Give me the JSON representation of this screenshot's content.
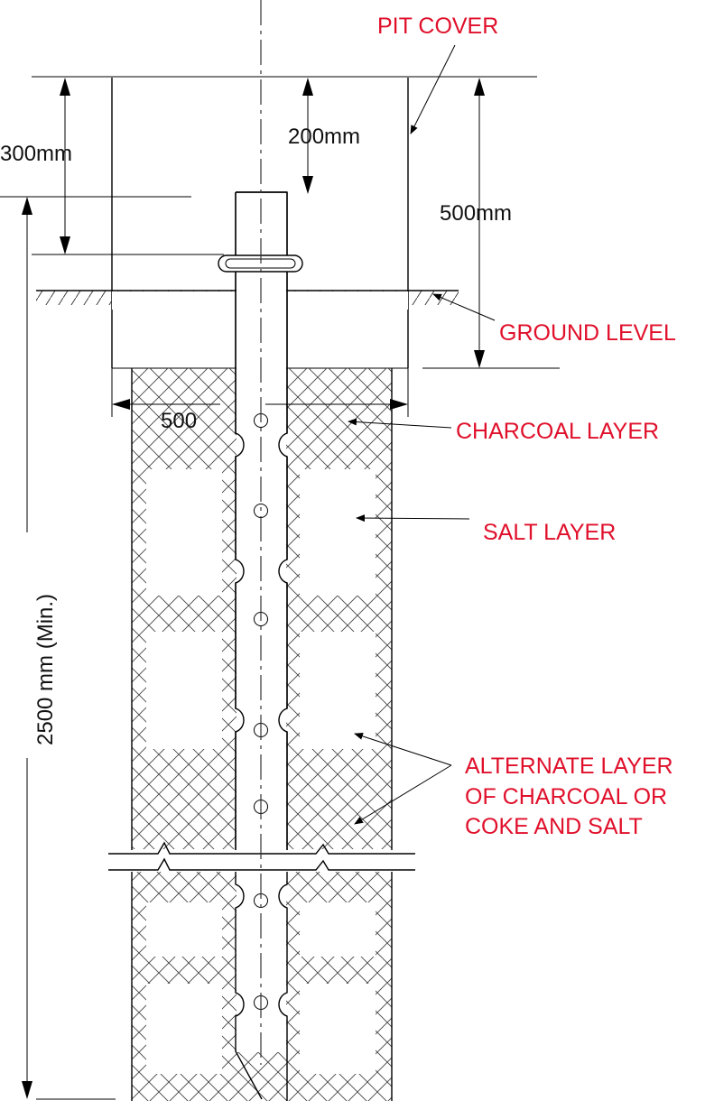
{
  "labels": {
    "pit_cover": "PIT COVER",
    "ground_level": "GROUND LEVEL",
    "charcoal_layer": "CHARCOAL LAYER",
    "salt_layer": "SALT LAYER",
    "alternate_line1": "ALTERNATE LAYER",
    "alternate_line2": "OF CHARCOAL OR",
    "alternate_line3": "COKE AND SALT"
  },
  "dimensions": {
    "d300": "300mm",
    "d200": "200mm",
    "d500v": "500mm",
    "d500w": "500",
    "d2500": "2500 mm (Min.)"
  },
  "colors": {
    "label": "#e0102b",
    "line": "#000000",
    "text": "#111111"
  }
}
